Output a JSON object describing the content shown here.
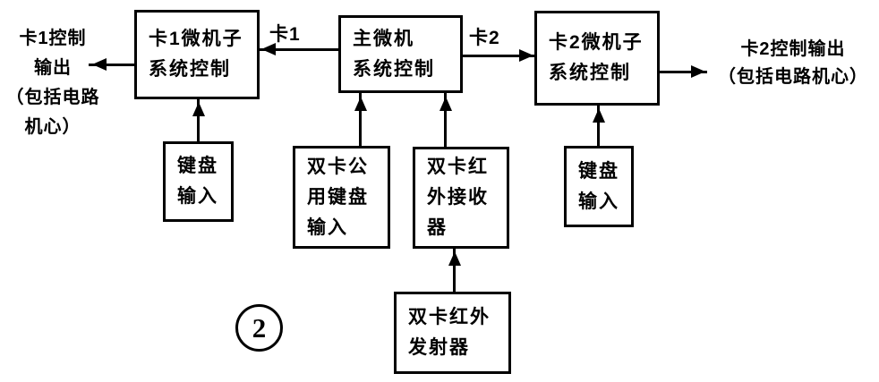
{
  "colors": {
    "ink": "#000000",
    "paper": "#ffffff"
  },
  "boxes": {
    "card1": {
      "label": "卡1微机子\n系统控制"
    },
    "main": {
      "label": "主微机\n系统控制"
    },
    "card2": {
      "label": "卡2微机子\n系统控制"
    },
    "kb1": {
      "label": "键盘\n输入"
    },
    "shared_kb": {
      "label": "双卡公\n用键盘\n输入"
    },
    "ir_rx": {
      "label": "双卡红\n外接收\n器"
    },
    "kb2": {
      "label": "键盘\n输入"
    },
    "ir_tx": {
      "label": "双卡红外\n发射器"
    }
  },
  "labels": {
    "left_output": "卡1控制\n输出\n（包括电路\n机心）",
    "bus_card1": "卡1",
    "bus_card2": "卡2",
    "right_output": "卡2控制输出\n（包括电路机心）",
    "figure_number": "2"
  },
  "connections": [
    {
      "from": "main",
      "to": "card1",
      "label": "卡1",
      "direction": "left"
    },
    {
      "from": "main",
      "to": "card2",
      "label": "卡2",
      "direction": "right"
    },
    {
      "from": "card1",
      "to": "left_output",
      "label": "卡1控制输出（包括电路机心）",
      "direction": "left"
    },
    {
      "from": "card2",
      "to": "right_output",
      "label": "卡2控制输出（包括电路机心）",
      "direction": "right"
    },
    {
      "from": "kb1",
      "to": "card1",
      "direction": "up"
    },
    {
      "from": "shared_kb",
      "to": "main",
      "direction": "up"
    },
    {
      "from": "ir_rx",
      "to": "main",
      "direction": "up"
    },
    {
      "from": "kb2",
      "to": "card2",
      "direction": "up"
    },
    {
      "from": "ir_tx",
      "to": "ir_rx",
      "direction": "up"
    }
  ]
}
